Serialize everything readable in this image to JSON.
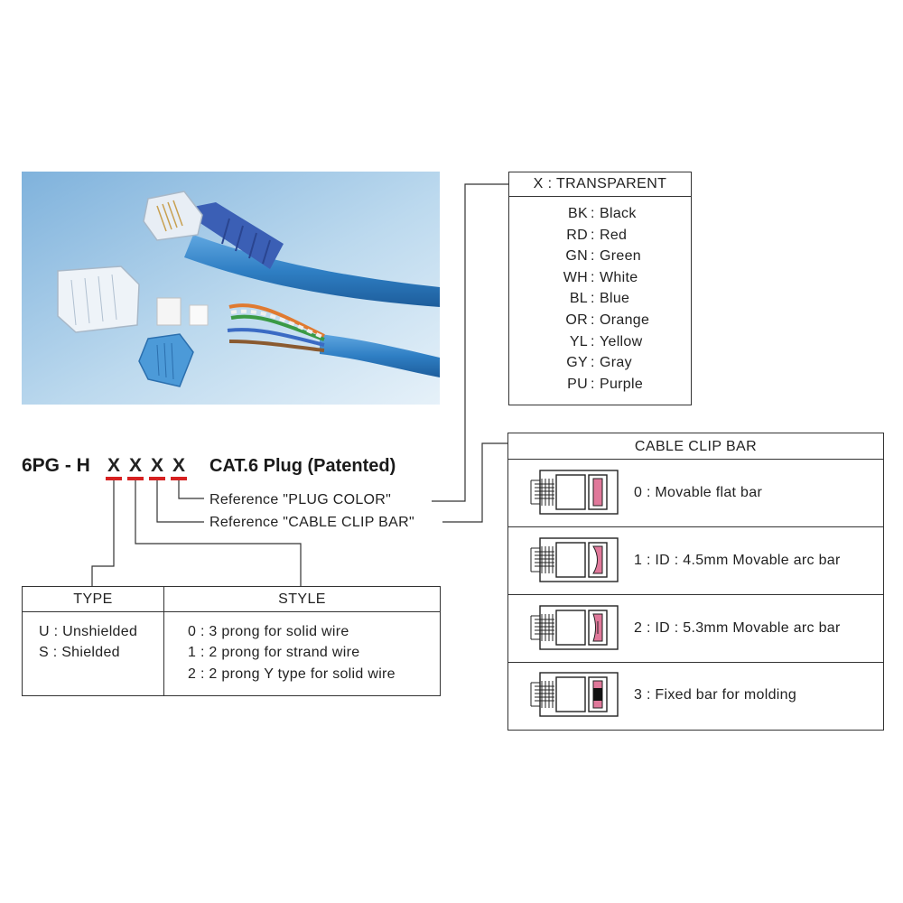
{
  "title": {
    "code_prefix": "6PG - H",
    "x_chars": [
      "X",
      "X",
      "X",
      "X"
    ],
    "product": "CAT.6 Plug (Patented)",
    "underline_color": "#d62020"
  },
  "references": {
    "plug_color": "Reference \"PLUG COLOR\"",
    "clip_bar": "Reference \"CABLE CLIP BAR\""
  },
  "plug_color_table": {
    "header": "X : TRANSPARENT",
    "rows": [
      {
        "code": "BK",
        "name": "Black"
      },
      {
        "code": "RD",
        "name": "Red"
      },
      {
        "code": "GN",
        "name": "Green"
      },
      {
        "code": "WH",
        "name": "White"
      },
      {
        "code": "BL",
        "name": "Blue"
      },
      {
        "code": "OR",
        "name": "Orange"
      },
      {
        "code": "YL",
        "name": "Yellow"
      },
      {
        "code": "GY",
        "name": "Gray"
      },
      {
        "code": "PU",
        "name": "Purple"
      }
    ]
  },
  "clip_bar_table": {
    "header": "CABLE CLIP BAR",
    "rows": [
      {
        "label": "0 : Movable flat bar"
      },
      {
        "label": "1 : ID : 4.5mm Movable arc bar"
      },
      {
        "label": "2 : ID : 5.3mm Movable arc bar"
      },
      {
        "label": "3 : Fixed bar for molding"
      }
    ],
    "clip_color": "#e0789a"
  },
  "type_style_table": {
    "type_header": "TYPE",
    "style_header": "STYLE",
    "types": [
      "U : Unshielded",
      "S : Shielded"
    ],
    "styles": [
      "0 : 3 prong for solid wire",
      "1 : 2 prong for strand wire",
      "2 : 2 prong Y type for solid wire"
    ]
  },
  "colors": {
    "cable_blue": "#2f7fc4",
    "background_blue": "#9fc6e4",
    "line": "#333333"
  }
}
